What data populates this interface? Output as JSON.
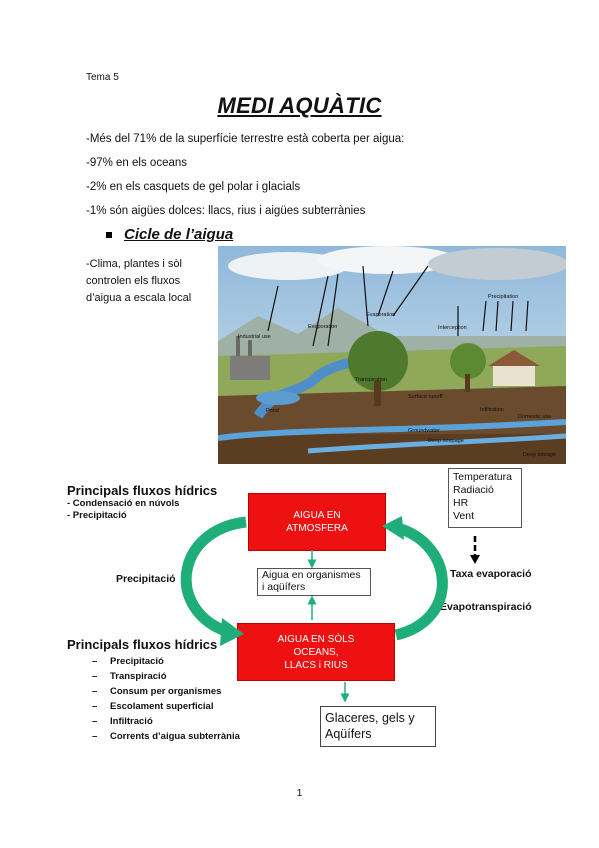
{
  "header": {
    "tema": "Tema 5"
  },
  "title": "MEDI AQUÀTIC",
  "intro": [
    "-Més del 71% de la superfície terrestre està coberta per aigua:",
    "-97% en els oceans",
    "-2% en els casquets de gel polar i glacials",
    "-1% són aigües dolces: llacs, rius i aigües subterrànies"
  ],
  "section": {
    "heading": "Cicle de l’aigua"
  },
  "side_text": [
    "-Clima, plantes i sòl",
    "controlen els fluxos",
    "d’aigua a escala local"
  ],
  "illustration_labels": {
    "industrial": "Industrial use",
    "evaporation1": "Evaporation",
    "evaporation2": "Evaporation",
    "precipitation": "Precipitation",
    "interception": "Interception",
    "transpiration": "Transpiration",
    "surface_runoff": "Surface runoff",
    "infiltration": "Infiltration",
    "domestic": "Domestic use",
    "pond": "Pond",
    "groundwater": "Groundwater",
    "deep_seepage": "Deep seepage",
    "deep_storage": "Deep storage"
  },
  "diagram": {
    "heading1": "Principals fluxos hídrics",
    "sub1": [
      "- Condensació en núvols",
      "- Precipitació"
    ],
    "box_atmosfera": [
      "AIGUA EN",
      "ATMOSFERA"
    ],
    "box_organismes": [
      "Aigua en organismes",
      "i aqüífers"
    ],
    "box_sols": [
      "AIGUA EN SÒLS",
      "OCEANS,",
      "LLACS  i  RIUS"
    ],
    "factors": [
      "Temperatura",
      "Radiació",
      "HR",
      "Vent"
    ],
    "label_taxa": "Taxa evaporació",
    "label_precipitacio": "Precipitació",
    "label_evapotranspiracio": "Evapotranspiració",
    "heading2": "Principals fluxos hídrics",
    "list2": [
      "Precipitació",
      "Transpiració",
      "Consum per organismes",
      "Escolament  superficial",
      "Infiltració",
      "Corrents d’aigua subterrània"
    ],
    "glaceres": [
      "Glaceres, gels  y",
      "Aqüífers"
    ],
    "colors": {
      "red": "#ee1111",
      "green": "#1fae7a"
    }
  },
  "footer": {
    "page": "1"
  }
}
